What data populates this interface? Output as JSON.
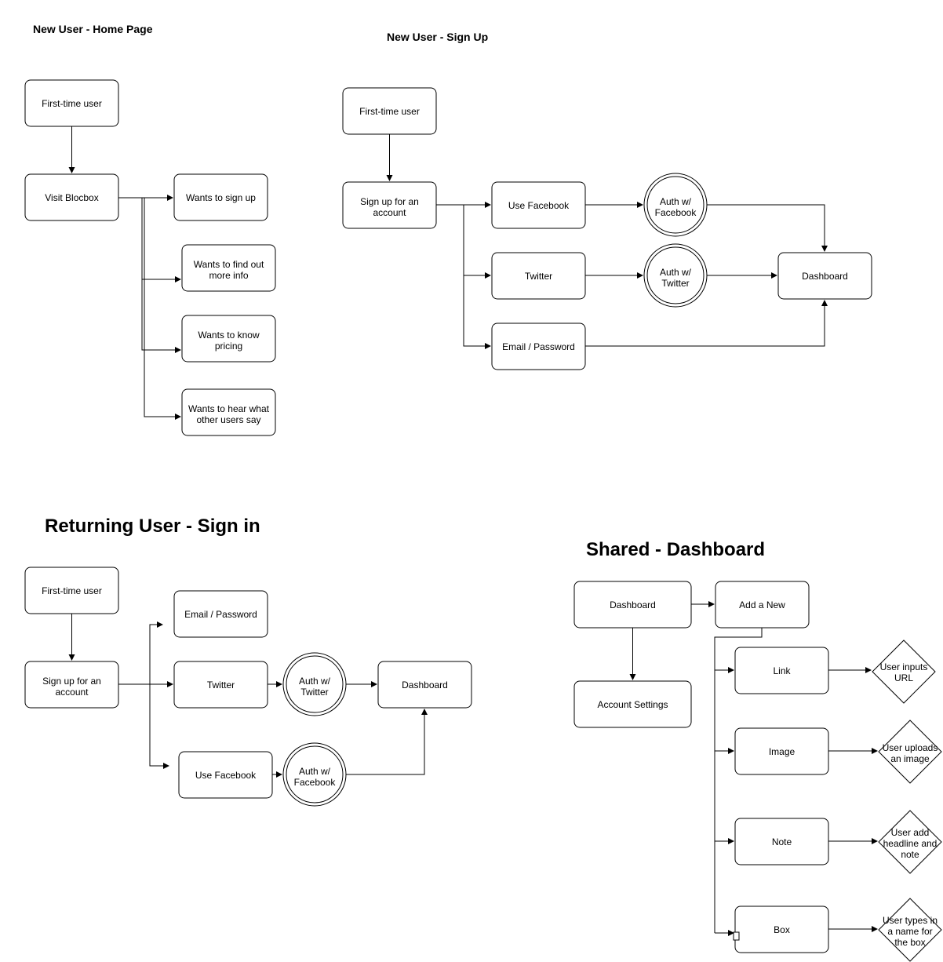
{
  "sections": {
    "home": {
      "title": "New User - Home Page",
      "first_time_user": "First-time user",
      "visit_blocbox": "Visit Blocbox",
      "wants_sign_up": "Wants to sign up",
      "wants_find_out": [
        "Wants to find out",
        "more info"
      ],
      "wants_pricing": [
        "Wants to know",
        "pricing"
      ],
      "wants_hear": [
        "Wants to hear what",
        "other users say"
      ]
    },
    "signup": {
      "title": "New User - Sign Up",
      "first_time_user": "First-time user",
      "sign_up_account": [
        "Sign up for an",
        "account"
      ],
      "use_facebook": "Use Facebook",
      "twitter": "Twitter",
      "email_password": "Email / Password",
      "auth_facebook": [
        "Auth w/",
        "Facebook"
      ],
      "auth_twitter": [
        "Auth w/",
        "Twitter"
      ],
      "dashboard": "Dashboard"
    },
    "signin": {
      "title": "Returning User - Sign in",
      "first_time_user": "First-time user",
      "sign_up_account": [
        "Sign up for an",
        "account"
      ],
      "email_password": "Email / Password",
      "twitter": "Twitter",
      "auth_twitter": [
        "Auth w/",
        "Twitter"
      ],
      "dashboard": "Dashboard",
      "use_facebook": "Use Facebook",
      "auth_facebook": [
        "Auth w/",
        "Facebook"
      ]
    },
    "dashboard": {
      "title": "Shared - Dashboard",
      "dashboard": "Dashboard",
      "add_new": "Add a New",
      "account_settings": "Account Settings",
      "link": "Link",
      "image": "Image",
      "note": "Note",
      "box": "Box",
      "user_inputs_url": [
        "User inputs",
        "URL"
      ],
      "user_uploads_image": [
        "User uploads",
        "an image"
      ],
      "user_add_headline": [
        "User add",
        "headline and",
        "note"
      ],
      "user_types_name": [
        "User types in",
        "a name for",
        "the box"
      ]
    }
  }
}
